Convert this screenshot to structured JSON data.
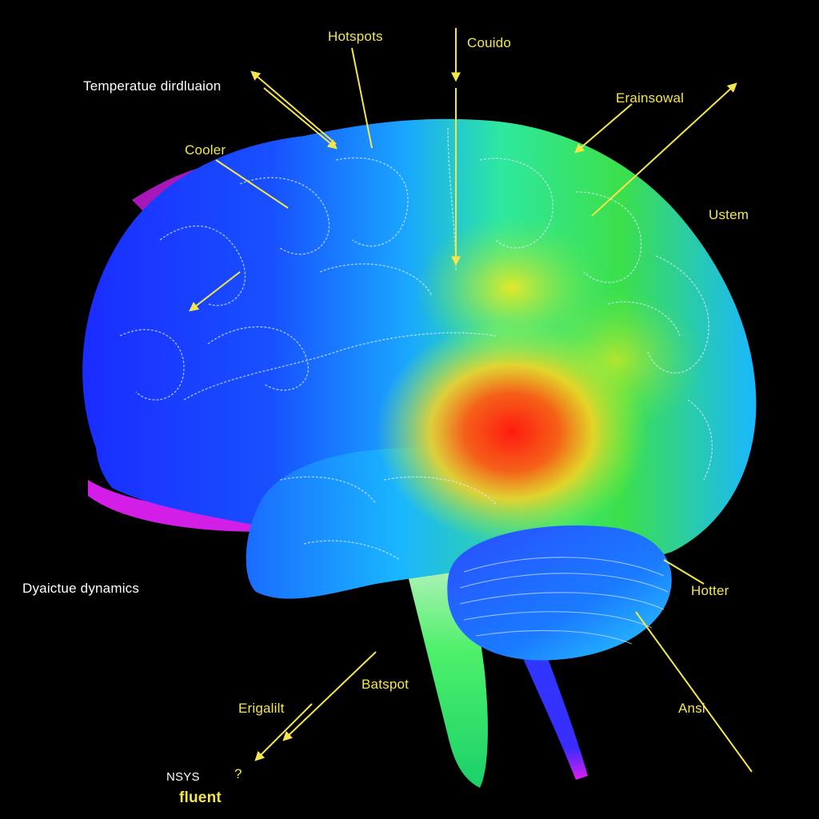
{
  "labels": {
    "temperature_distribution": "Temperatue dirdluaion",
    "hotspots": "Hotspots",
    "couido": "Couido",
    "erainsowal": "Erainsowal",
    "cooler": "Cooler",
    "ustem": "Ustem",
    "dyaictue_dynamics": "Dyaictue dynamics",
    "hotter": "Hotter",
    "batspot": "Batspot",
    "erigalilt": "Erigalilt",
    "ansl": "Ansl",
    "nsys": "NSYS",
    "question_mark": "?",
    "fluent": "fluent"
  },
  "colors": {
    "background": "#000000",
    "arrow": "#f4e64a",
    "cold": "#1a3cff",
    "cool": "#1aa0ff",
    "mid": "#22e07a",
    "warm": "#f7e81e",
    "hot": "#ff2a12",
    "edge": "#d21ee6"
  },
  "icons": {
    "arrow": "arrow-icon"
  }
}
